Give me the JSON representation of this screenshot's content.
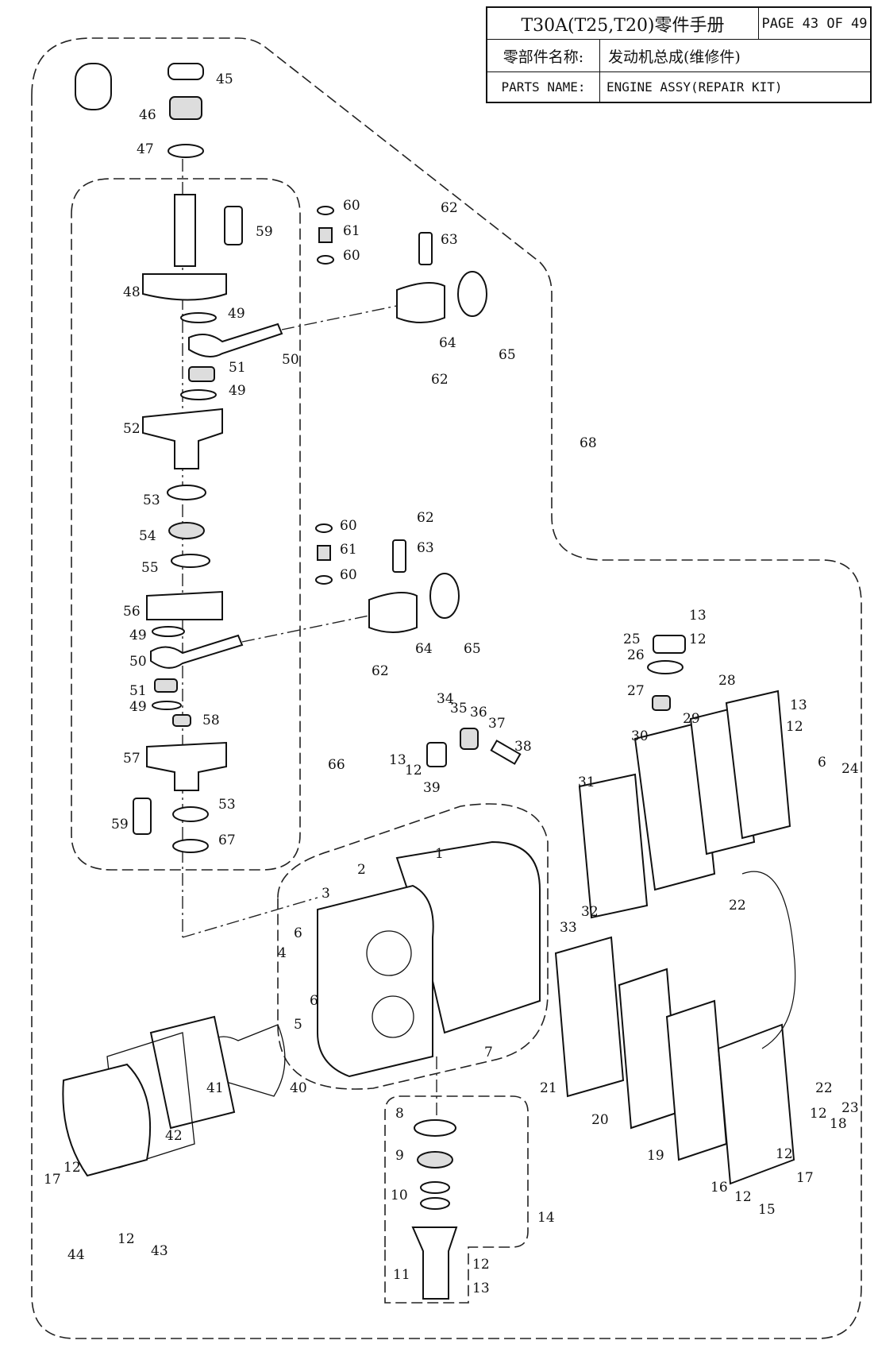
{
  "title_block": {
    "title": "T30A(T25,T20)零件手册",
    "page": "PAGE 43 OF 49",
    "cn_label": "零部件名称:",
    "cn_value": "发动机总成(维修件)",
    "en_label": "PARTS NAME:",
    "en_value": "ENGINE ASSY(REPAIR KIT)"
  },
  "callouts": [
    "45",
    "46",
    "47",
    "59",
    "48",
    "49",
    "50",
    "51",
    "49",
    "52",
    "53",
    "54",
    "55",
    "56",
    "49",
    "50",
    "51",
    "49",
    "58",
    "57",
    "59",
    "53",
    "67",
    "60",
    "61",
    "60",
    "62",
    "63",
    "64",
    "65",
    "62",
    "60",
    "61",
    "60",
    "62",
    "63",
    "64",
    "65",
    "62",
    "68",
    "66",
    "34",
    "35",
    "36",
    "37",
    "38",
    "13",
    "12",
    "39",
    "1",
    "2",
    "3",
    "6",
    "4",
    "6",
    "5",
    "7",
    "40",
    "41",
    "42",
    "17",
    "12",
    "44",
    "12",
    "43",
    "8",
    "9",
    "10",
    "14",
    "11",
    "12",
    "13",
    "33",
    "32",
    "13",
    "12",
    "25",
    "26",
    "27",
    "28",
    "13",
    "12",
    "29",
    "30",
    "31",
    "6",
    "24",
    "22",
    "21",
    "20",
    "19",
    "22",
    "23",
    "12",
    "18",
    "12",
    "17",
    "16",
    "12",
    "15"
  ]
}
